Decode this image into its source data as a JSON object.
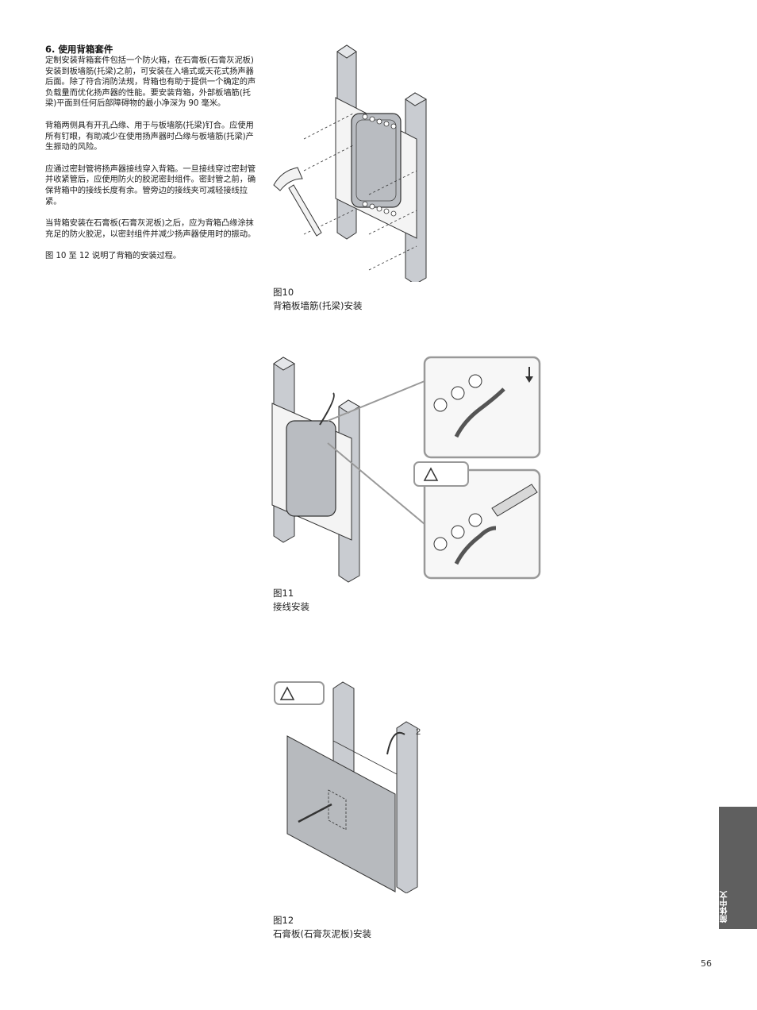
{
  "section": {
    "heading": "6. 使用背箱套件",
    "paragraphs": [
      "定制安装背箱套件包括一个防火箱，在石膏板(石膏灰泥板)安装到板墙筋(托梁)之前，可安装在入墙式或天花式扬声器后面。除了符合消防法规，背箱也有助于提供一个确定的声负载量而优化扬声器的性能。要安装背箱，外部板墙筋(托梁)平面到任何后部障碍物的最小净深为 90 毫米。",
      "背箱两侧具有开孔凸缘、用于与板墙筋(托梁)钉合。应使用所有钉眼，有助减少在使用扬声器时凸缘与板墙筋(托梁)产生振动的风险。",
      "应通过密封管将扬声器接线穿入背箱。一旦接线穿过密封管并收紧管后，应使用防火的胶泥密封组件。密封管之前，确保背箱中的接线长度有余。管旁边的接线夹可减轻接线拉紧。",
      "当背箱安装在石膏板(石膏灰泥板)之后，应为背箱凸缘涂抹充足的防火胶泥，以密封组件并减少扬声器使用时的振动。",
      "图 10 至 12 说明了背箱的安装过程。"
    ]
  },
  "figures": [
    {
      "number": "图10",
      "caption": "背箱板墙筋(托梁)安装"
    },
    {
      "number": "图11",
      "caption": "接线安装"
    },
    {
      "number": "图12",
      "caption": "石膏板(石膏灰泥板)安装"
    }
  ],
  "fig12_label": "2",
  "side_tab": "简体中文",
  "page_number": "56"
}
